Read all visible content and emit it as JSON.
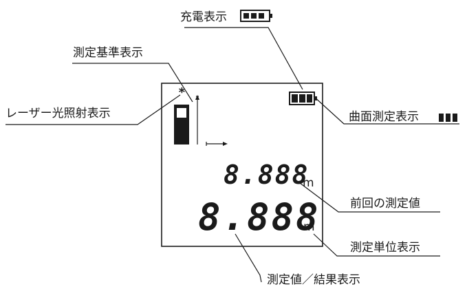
{
  "labels": {
    "charge": "充電表示",
    "reference": "測定基準表示",
    "laser": "レーザー光照射表示",
    "curved": "曲面測定表示",
    "previous": "前回の測定値",
    "unit": "測定単位表示",
    "result": "測定値／結果表示"
  },
  "display": {
    "previous_value": "8.888",
    "previous_unit": "m",
    "main_value": "8.888",
    "main_unit": "m",
    "laser_symbol": "*"
  },
  "icons": {
    "battery": "battery-icon",
    "curved": "curved-measure-icon",
    "laser": "laser-icon",
    "device": "device-icon",
    "arrow": "measure-arrow-icon"
  }
}
